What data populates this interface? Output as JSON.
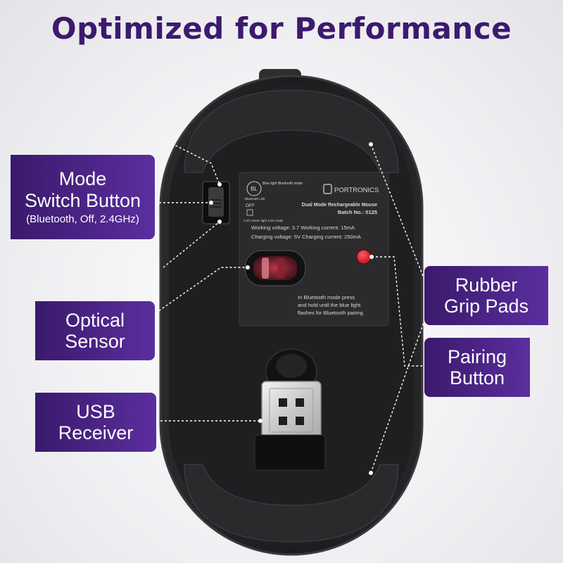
{
  "headline": "Optimized for Performance",
  "colors": {
    "headline": "#3c1a6e",
    "callout": "#4a2386",
    "mouse_body": "#1b1b1d",
    "pairing_button": "#e0152b"
  },
  "callouts": {
    "mode_switch": {
      "line1": "Mode",
      "line2": "Switch Button",
      "sub": "(Bluetooth, Off, 2.4GHz)"
    },
    "optical_sensor": {
      "line1": "Optical",
      "line2": "Sensor"
    },
    "usb_receiver": {
      "line1": "USB",
      "line2": "Receiver"
    },
    "rubber_grip": {
      "line1": "Rubber",
      "line2": "Grip Pads"
    },
    "pairing_button": {
      "line1": "Pairing",
      "line2": "Button"
    }
  },
  "mouse_label": {
    "brand": "PORTRONICS",
    "bl_mark": "BL",
    "blue_light": "Blue light Bluetooth mode",
    "bluetooth_link": "Bluetooth Link",
    "off": "OFF",
    "green_light": "2.4G Green light 2.4G mode",
    "product": "Dual Mode Rechargeable Mouse",
    "batch": "Batch No.: 0125",
    "working": "Working voltage: 3.7 Working current: 15mA",
    "charging": "Charging voltage: 5V Charging current: 250mA",
    "instr1": "In Bluetooth mode press",
    "instr2": "and hold until the blue light",
    "instr3": "flashes for Bluetooth pairing"
  }
}
